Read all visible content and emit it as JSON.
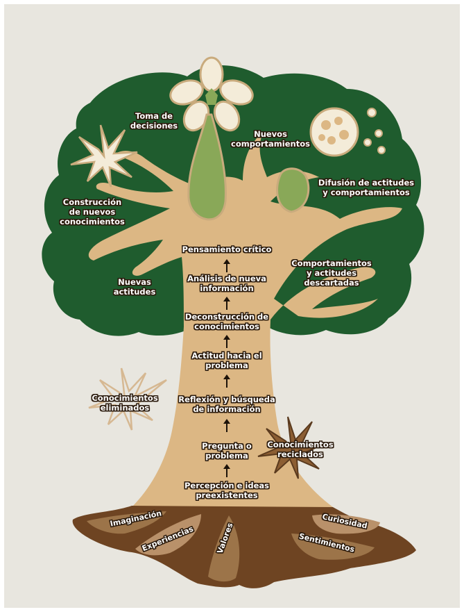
{
  "colors": {
    "background": "#e8e6df",
    "canopy": "#1f5c2e",
    "trunk": "#dcb784",
    "root_dark": "#6e4422",
    "root_mid": "#9c7449",
    "root_light": "#b9916a",
    "leaf_light": "#f4ecd9",
    "leaf_brown": "#8c5e33",
    "pod_green": "#89a858"
  },
  "trunk_steps": [
    "Pensamiento crítico",
    "Análisis de nueva\ninformación",
    "Deconstrucción de\nconocimientos",
    "Actitud hacia el\nproblema",
    "Reflexión y búsqueda\nde información",
    "Pregunta o\nproblema",
    "Percepción e ideas\npreexistentes"
  ],
  "canopy_labels": {
    "toma_decisiones": "Toma de\ndecisiones",
    "nuevos_comportamientos": "Nuevos\ncomportamientos",
    "difusion": "Difusión de actitudes\ny comportamientos",
    "construccion": "Construcción\nde nuevos\nconocimientos",
    "nuevas_actitudes": "Nuevas\nactitudes",
    "comportamientos_descartados": "Comportamientos\ny actitudes\ndescartadas"
  },
  "side_labels": {
    "eliminados": "Conocimientos\neliminados",
    "reciclados": "Conocimientos\nreciclados"
  },
  "roots": {
    "imaginacion": "Imaginación",
    "experiencias": "Experiencias",
    "valores": "Valores",
    "curiosidad": "Curiosidad",
    "sentimientos": "Sentimientos"
  }
}
